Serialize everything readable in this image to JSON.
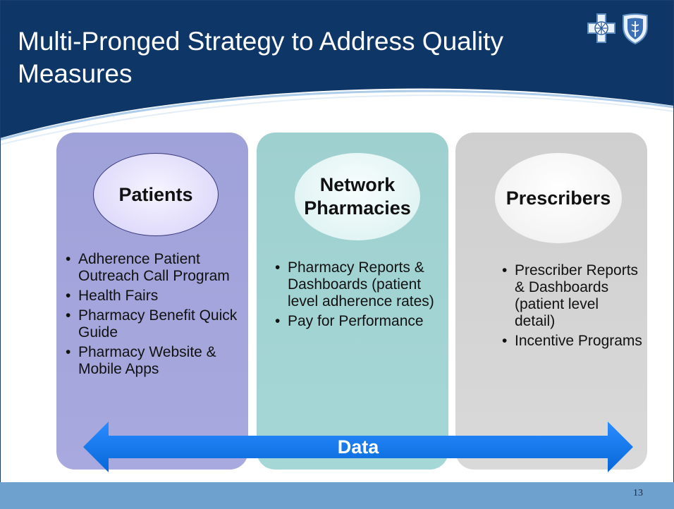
{
  "slide": {
    "title": "Multi-Pronged Strategy to Address Quality Measures",
    "page_number": "13"
  },
  "colors": {
    "header_navy": "#0e3768",
    "patients_column": "#a4a6dc",
    "pharmacies_column": "#a2d4d4",
    "prescribers_column": "#d4d4d4",
    "arrow_blue": "#0a78ee",
    "footer_blue": "#6fa1cf"
  },
  "logos": [
    "cross-logo",
    "shield-logo"
  ],
  "columns": [
    {
      "heading_lines": [
        "Patients"
      ],
      "items": [
        "Adherence Patient Outreach Call Program",
        "Health Fairs",
        "Pharmacy Benefit Quick Guide",
        "Pharmacy Website & Mobile Apps"
      ]
    },
    {
      "heading_lines": [
        "Network",
        "Pharmacies"
      ],
      "items": [
        "Pharmacy Reports & Dashboards (patient level adherence rates)",
        "Pay for Performance"
      ]
    },
    {
      "heading_lines": [
        "Prescribers"
      ],
      "items": [
        "Prescriber Reports & Dashboards (patient level detail)",
        "Incentive Programs"
      ]
    }
  ],
  "arrow": {
    "label": "Data"
  }
}
